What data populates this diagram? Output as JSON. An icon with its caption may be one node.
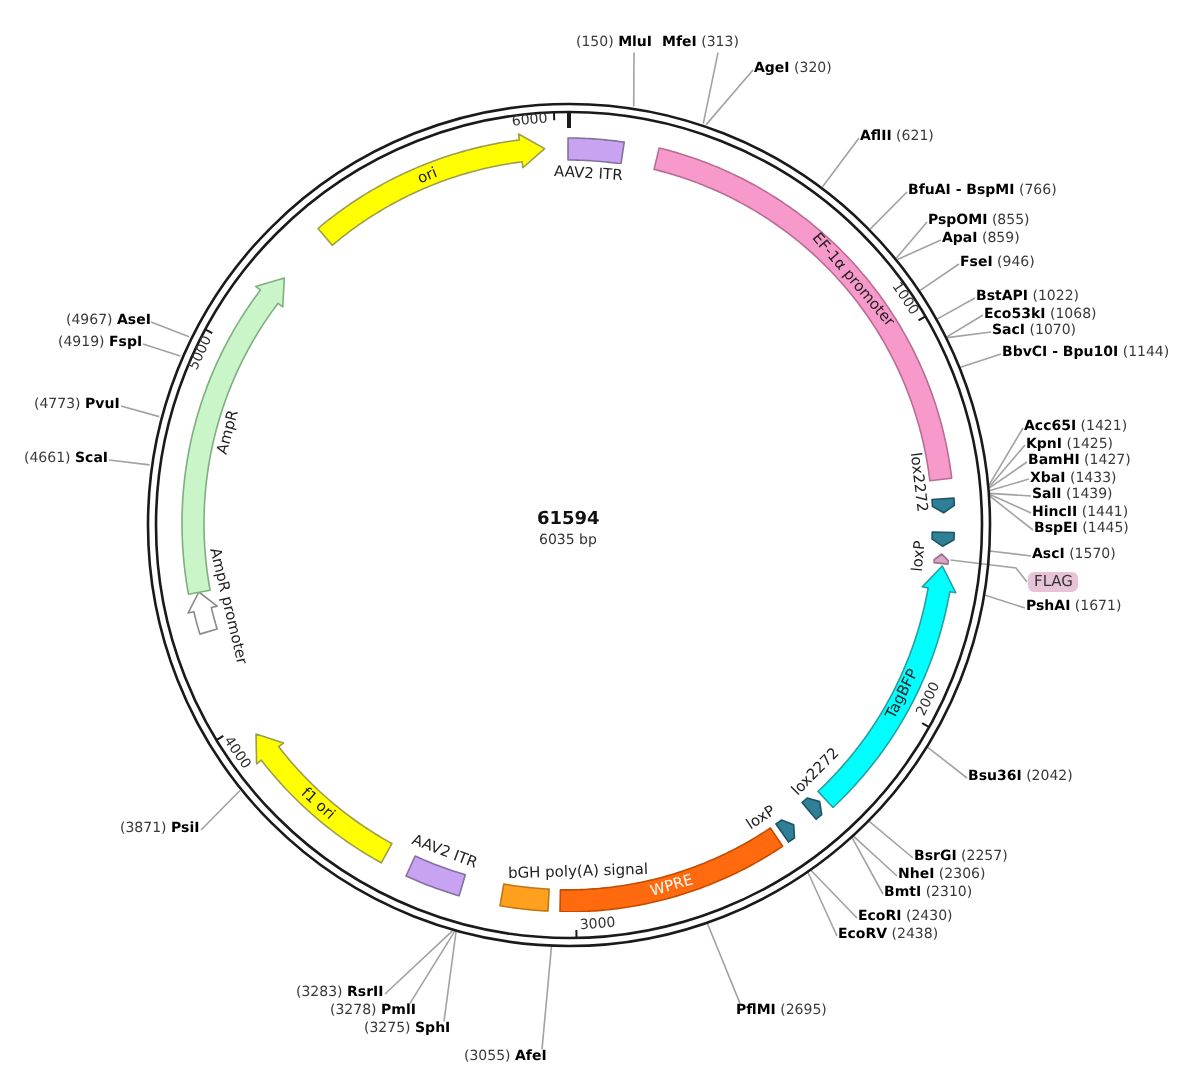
{
  "diagram": {
    "nodes": [
      {
        "text": [
          "61594",
          "6035 bp"
        ]
      },
      {
        "text": [
          "AAV2 ITR"
        ],
        "in": 0
      },
      {
        "text": [
          "EF-1α promoter"
        ],
        "in": 0
      },
      {
        "text": [
          "lox2272"
        ],
        "in": 0
      },
      {
        "text": [
          "loxP"
        ],
        "in": 0
      },
      {
        "text": [],
        "shape": "arrow",
        "in": 0
      },
      {
        "text": [
          "TagBFP"
        ],
        "in": 0
      },
      {
        "text": [
          "lox2272"
        ],
        "in": 0
      },
      {
        "text": [
          "loxP"
        ],
        "in": 0
      },
      {
        "text": [
          "WPRE"
        ],
        "in": 0
      },
      {
        "text": [
          "bGH poly(A) signal"
        ],
        "in": 0
      },
      {
        "text": [
          "AAV2 ITR"
        ],
        "in": 0
      },
      {
        "text": [
          "f1 ori"
        ],
        "in": 0
      },
      {
        "text": [
          "AmpR promoter"
        ],
        "in": 0
      },
      {
        "text": [
          "AmpR"
        ],
        "in": 0
      },
      {
        "text": [
          "ori"
        ],
        "in": 0
      },
      {
        "text": [
          "(150) **MluI**"
        ]
      },
      {
        "text": [
          "**MfeI** (313)"
        ]
      },
      {
        "text": [
          "**AgeI** (320)"
        ]
      },
      {
        "text": [
          "**AflII** (621)"
        ]
      },
      {
        "text": [
          "**BfuAI - BspMI** (766)"
        ]
      },
      {
        "text": [
          "**PspOMI** (855)"
        ]
      },
      {
        "text": [
          "**ApaI** (859)"
        ]
      },
      {
        "text": [
          "**FseI** (946)"
        ]
      },
      {
        "text": [
          "**BstAPI** (1022)"
        ]
      },
      {
        "text": [
          "**Eco53kI** (1068)"
        ]
      },
      {
        "text": [
          "**SacI** (1070)"
        ]
      },
      {
        "text": [
          "**BbvCI - Bpu10I** (1144)"
        ]
      },
      {
        "text": [
          "**Acc65I** (1421)"
        ]
      },
      {
        "text": [
          "**KpnI** (1425)"
        ]
      },
      {
        "text": [
          "**BamHI** (1427)"
        ]
      },
      {
        "text": [
          "**XbaI** (1433)"
        ]
      },
      {
        "text": [
          "**SalI** (1439)"
        ]
      },
      {
        "text": [
          "**HincII** (1441)"
        ]
      },
      {
        "text": [
          "**BspEI** (1445)"
        ]
      },
      {
        "text": [
          "**AscI** (1570)"
        ]
      },
      {
        "text": [
          "FLAG"
        ]
      },
      {
        "text": [
          "**PshAI** (1671)"
        ]
      },
      {
        "text": [
          "**Bsu36I** (2042)"
        ]
      },
      {
        "text": [
          "**BsrGI** (2257)"
        ]
      },
      {
        "text": [
          "**NheI** (2306)"
        ]
      },
      {
        "text": [
          "**BmtI** (2310)"
        ]
      },
      {
        "text": [
          "**EcoRI** (2430)"
        ]
      },
      {
        "text": [
          "**EcoRV** (2438)"
        ]
      },
      {
        "text": [
          "**PflMI** (2695)"
        ]
      },
      {
        "text": [
          "(3055) **AfeI**"
        ]
      },
      {
        "text": [
          "(3275) **SphI**"
        ]
      },
      {
        "text": [
          "(3278) **PmlI**"
        ]
      },
      {
        "text": [
          "(3283) **RsrII**"
        ]
      },
      {
        "text": [
          "(3871) **PsiI**"
        ]
      },
      {
        "text": [
          "(4661) **ScaI**"
        ]
      },
      {
        "text": [
          "(4773) **PvuI**"
        ]
      },
      {
        "text": [
          "(4919) **FspI**"
        ]
      },
      {
        "text": [
          "(4967) **AseI**"
        ]
      }
    ],
    "edges": [
      {
        "from": 16,
        "to": 0,
        "arrow": "none"
      },
      {
        "from": 17,
        "to": 0,
        "arrow": "none"
      },
      {
        "from": 18,
        "to": 0,
        "arrow": "none"
      },
      {
        "from": 19,
        "to": 0,
        "arrow": "none"
      },
      {
        "from": 20,
        "to": 0,
        "arrow": "none"
      },
      {
        "from": 21,
        "to": 0,
        "arrow": "none"
      },
      {
        "from": 22,
        "to": 0,
        "arrow": "none"
      },
      {
        "from": 23,
        "to": 0,
        "arrow": "none"
      },
      {
        "from": 24,
        "to": 0,
        "arrow": "none"
      },
      {
        "from": 25,
        "to": 0,
        "arrow": "none"
      },
      {
        "from": 26,
        "to": 0,
        "arrow": "none"
      },
      {
        "from": 27,
        "to": 0,
        "arrow": "none"
      },
      {
        "from": 28,
        "to": 0,
        "arrow": "none"
      },
      {
        "from": 29,
        "to": 0,
        "arrow": "none"
      },
      {
        "from": 30,
        "to": 0,
        "arrow": "none"
      },
      {
        "from": 31,
        "to": 0,
        "arrow": "none"
      },
      {
        "from": 32,
        "to": 0,
        "arrow": "none"
      },
      {
        "from": 33,
        "to": 0,
        "arrow": "none"
      },
      {
        "from": 34,
        "to": 0,
        "arrow": "none"
      },
      {
        "from": 35,
        "to": 0,
        "arrow": "none"
      },
      {
        "from": 36,
        "to": 5,
        "arrow": "none"
      },
      {
        "from": 37,
        "to": 0,
        "arrow": "none"
      },
      {
        "from": 38,
        "to": 0,
        "arrow": "none"
      },
      {
        "from": 39,
        "to": 0,
        "arrow": "none"
      },
      {
        "from": 40,
        "to": 0,
        "arrow": "none"
      },
      {
        "from": 41,
        "to": 0,
        "arrow": "none"
      },
      {
        "from": 42,
        "to": 0,
        "arrow": "none"
      },
      {
        "from": 43,
        "to": 0,
        "arrow": "none"
      },
      {
        "from": 44,
        "to": 0,
        "arrow": "none"
      },
      {
        "from": 45,
        "to": 0,
        "arrow": "none"
      },
      {
        "from": 46,
        "to": 0,
        "arrow": "none"
      },
      {
        "from": 47,
        "to": 0,
        "arrow": "none"
      },
      {
        "from": 48,
        "to": 0,
        "arrow": "none"
      },
      {
        "from": 49,
        "to": 0,
        "arrow": "none"
      },
      {
        "from": 50,
        "to": 0,
        "arrow": "none"
      },
      {
        "from": 51,
        "to": 0,
        "arrow": "none"
      },
      {
        "from": 52,
        "to": 0,
        "arrow": "none"
      },
      {
        "from": 53,
        "to": 0,
        "arrow": "none"
      }
    ],
    "labels": [
      "6000",
      "1000",
      "2000",
      "3000",
      "4000",
      "5000"
    ]
  }
}
